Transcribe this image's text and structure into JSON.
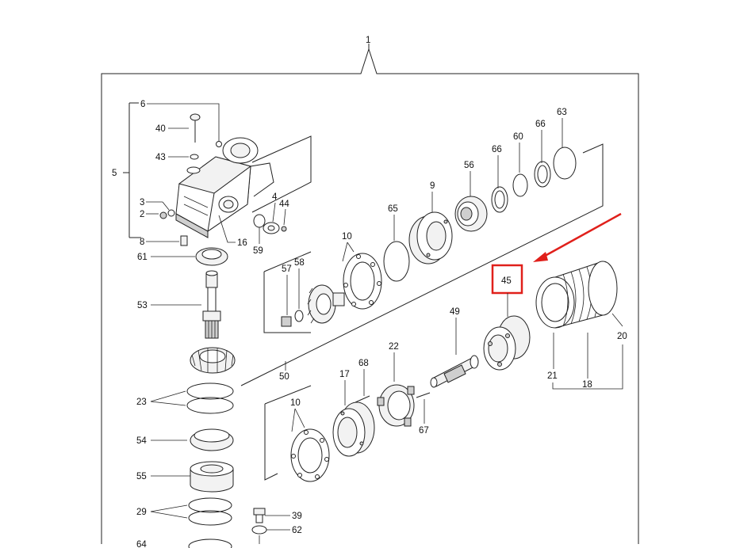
{
  "colors": {
    "highlight": "#e0201b",
    "line": "#222222"
  },
  "labels": {
    "l1": "1",
    "l5": "5",
    "l6": "6",
    "l40": "40",
    "l43": "43",
    "l3": "3",
    "l2": "2",
    "l8": "8",
    "l16": "16",
    "l4": "4",
    "l44": "44",
    "l59": "59",
    "l61": "61",
    "l53": "53",
    "l57": "57",
    "l58": "58",
    "l10a": "10",
    "l65": "65",
    "l9": "9",
    "l56": "56",
    "l66a": "66",
    "l60": "60",
    "l66b": "66",
    "l63": "63",
    "l50": "50",
    "l45": "45",
    "l49": "49",
    "l20": "20",
    "l21": "21",
    "l18": "18",
    "l22": "22",
    "l68": "68",
    "l17": "17",
    "l10b": "10",
    "l67": "67",
    "l23": "23",
    "l54": "54",
    "l55": "55",
    "l29": "29",
    "l39": "39",
    "l62": "62",
    "l64": "64"
  }
}
